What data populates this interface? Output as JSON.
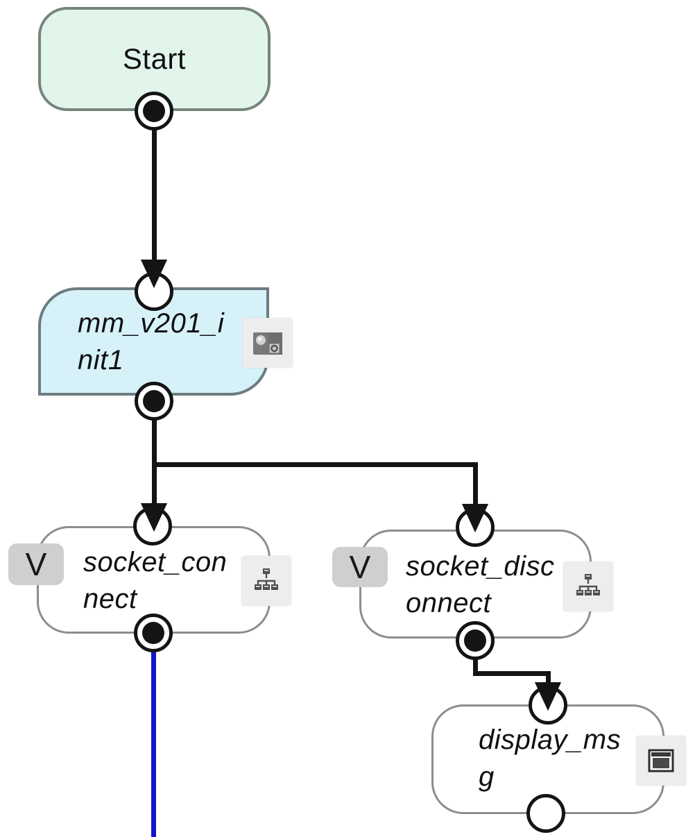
{
  "diagram": {
    "type": "task-flowchart",
    "description": "Robot task flow: Start -> mm_v201_init1 -> socket_connect / socket_disconnect -> display_msg"
  },
  "colors": {
    "canvas-bg": "#ffffff",
    "edge": "#141414",
    "edge-selected": "#1414cf",
    "node-border": "#8d8d8d",
    "start-border": "#75857c",
    "init-border": "#6d7c82",
    "start-fill": "#e1f5ea",
    "init-fill": "#d6f1f7",
    "node-fill": "#ffffff",
    "badge-bg": "#cfcfcf",
    "icon-bg": "#ededed",
    "icon-glyph": "#4f4f4f",
    "label-color": "#101014"
  },
  "nodes": {
    "start": {
      "label": "Start",
      "shape": "rounded-rect"
    },
    "init": {
      "label": "mm_v201_init1",
      "line1": "mm_v201_i",
      "line2": "nit1",
      "shape": "flag",
      "icon": "vision-init-icon"
    },
    "socket_connect": {
      "label": "socket_connect",
      "line1": "socket_con",
      "line2": "nect",
      "badge": "V",
      "icon": "subprogram-tree-icon"
    },
    "socket_disconnect": {
      "label": "socket_disconnect",
      "line1": "socket_disc",
      "line2": "onnect",
      "badge": "V",
      "icon": "subprogram-tree-icon"
    },
    "display_msg": {
      "label": "display_msg",
      "line1": "display_ms",
      "line2": "g",
      "icon": "display-window-icon"
    }
  },
  "edges": [
    {
      "from": "Start",
      "to": "mm_v201_init1",
      "state": "normal"
    },
    {
      "from": "mm_v201_init1",
      "to": "socket_connect",
      "state": "normal"
    },
    {
      "from": "mm_v201_init1",
      "to": "socket_disconnect",
      "state": "normal"
    },
    {
      "from": "socket_disconnect",
      "to": "display_msg",
      "state": "normal"
    },
    {
      "from": "socket_connect",
      "to": "offscreen-bottom",
      "state": "selected"
    }
  ]
}
